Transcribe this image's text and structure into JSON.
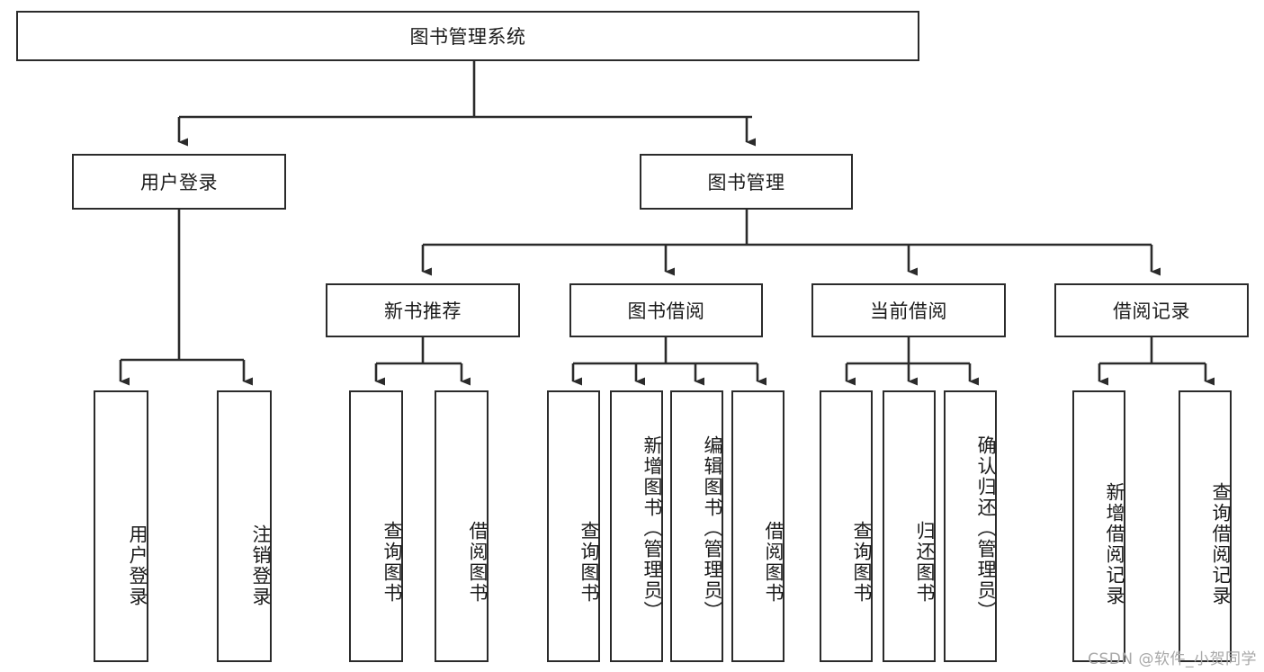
{
  "diagram": {
    "title": "图书管理系统",
    "watermark": "CSDN @软件_小贺同学",
    "stroke_color": "#2b2b2b",
    "background_color": "#ffffff",
    "nodes": {
      "root": {
        "label": "图书管理系统"
      },
      "l2": [
        {
          "label": "用户登录"
        },
        {
          "label": "图书管理"
        }
      ],
      "l3": [
        {
          "label": "新书推荐"
        },
        {
          "label": "图书借阅"
        },
        {
          "label": "当前借阅"
        },
        {
          "label": "借阅记录"
        }
      ],
      "leaves": {
        "user_login": [
          {
            "label": "用户登录"
          },
          {
            "label": "注销登录"
          }
        ],
        "new_book": [
          {
            "label": "查询图书"
          },
          {
            "label": "借阅图书"
          }
        ],
        "book_borrow": [
          {
            "label": "查询图书"
          },
          {
            "label": "新增图书（管理员）"
          },
          {
            "label": "编辑图书（管理员）"
          },
          {
            "label": "借阅图书"
          }
        ],
        "current_borrow": [
          {
            "label": "查询图书"
          },
          {
            "label": "归还图书"
          },
          {
            "label": "确认归还（管理员）"
          }
        ],
        "borrow_record": [
          {
            "label": "新增借阅记录"
          },
          {
            "label": "查询借阅记录"
          }
        ]
      }
    }
  }
}
